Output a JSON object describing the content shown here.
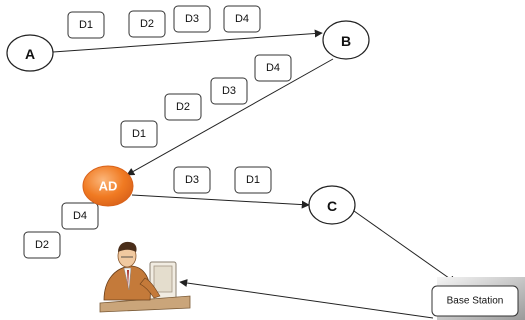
{
  "nodes": {
    "a": {
      "label": "A"
    },
    "b": {
      "label": "B"
    },
    "c": {
      "label": "C"
    },
    "ad": {
      "label": "AD",
      "color": "#f07a22"
    },
    "base_station": {
      "label": "Base Station"
    }
  },
  "packets": {
    "row_top": [
      "D1",
      "D2",
      "D3",
      "D4"
    ],
    "b_to_ad": [
      "D4",
      "D3",
      "D2",
      "D1"
    ],
    "ad_to_c": [
      "D3",
      "D1"
    ],
    "dropped": [
      "D4",
      "D2"
    ]
  },
  "monitor_icon": "operator-at-computer-icon",
  "colors": {
    "ad_fill": "#f07a22",
    "line": "#222222"
  }
}
